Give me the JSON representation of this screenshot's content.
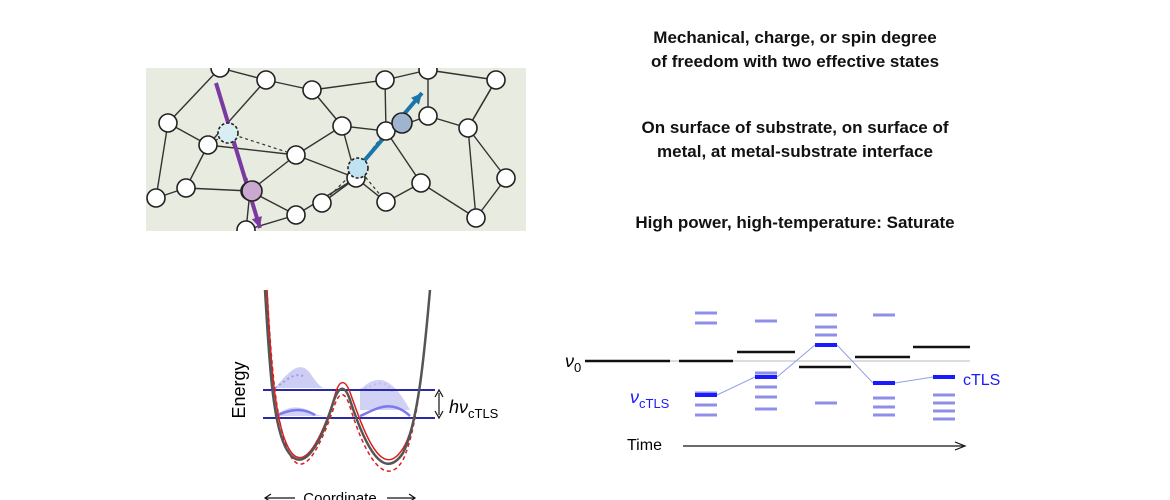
{
  "descriptions": {
    "line1": "Mechanical, charge, or spin degree",
    "line2": "of freedom with two effective states",
    "line3": "On surface of substrate, on surface of",
    "line4": "metal, at metal-substrate interface",
    "line5": "High power, high-temperature: Saturate"
  },
  "potential_plot": {
    "ylabel": "Energy",
    "xlabel": "Coordinate",
    "splitting_label_main": "hν",
    "splitting_label_sub": "cTLS"
  },
  "time_diagram": {
    "nu0_main": "ν",
    "nu0_sub": "0",
    "left_label_main": "ν",
    "left_label_sub": "cTLS",
    "right_label": "cTLS",
    "time_label": "Time"
  },
  "colors": {
    "lattice_bg": "#e8ebdf",
    "purple": "#7b3aa0",
    "blue_arrow": "#1a75a8",
    "tls_blue": "#1a1aff",
    "light_blue": "#8f8fe8",
    "red": "#d92020"
  }
}
